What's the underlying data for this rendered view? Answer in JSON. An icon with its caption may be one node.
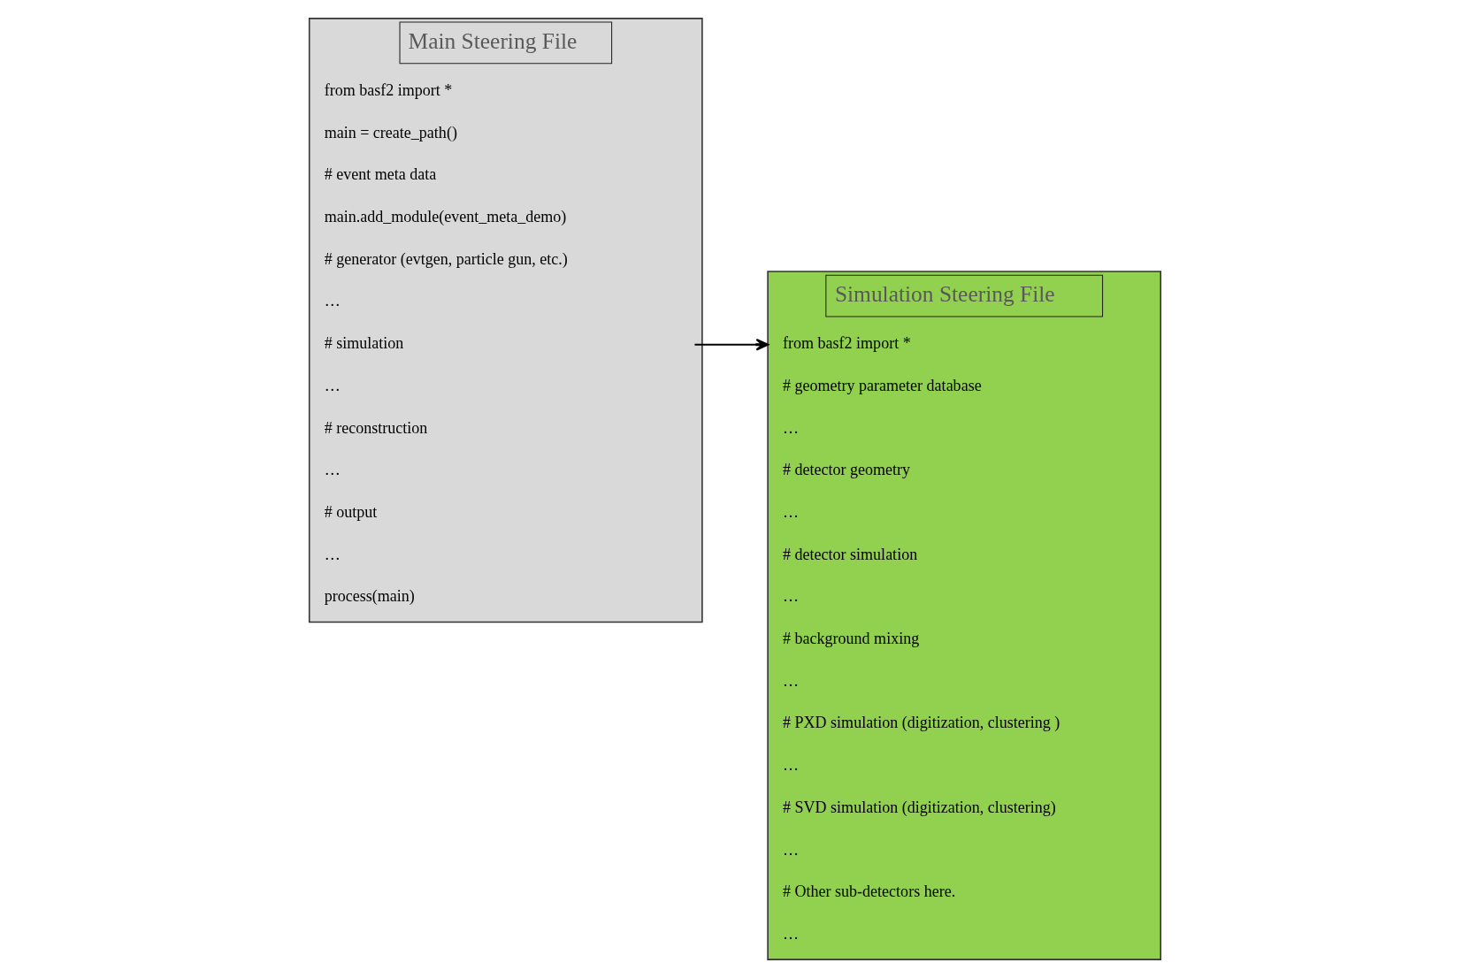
{
  "diagram": {
    "nodes": [
      {
        "text": [
          "Main Steering File"
        ]
      },
      {
        "text": [
          "from basf2 import *"
        ],
        "in": 0
      },
      {
        "text": [
          "main = create_path()"
        ],
        "in": 0
      },
      {
        "text": [
          "# event meta data"
        ],
        "in": 0
      },
      {
        "text": [
          "main.add_module(event_meta_demo)"
        ],
        "in": 0
      },
      {
        "text": [
          "# generator (evtgen, particle gun, etc.)"
        ],
        "in": 0
      },
      {
        "text": [
          "…"
        ],
        "in": 0
      },
      {
        "text": [
          "# simulation"
        ],
        "in": 0
      },
      {
        "text": [
          "…"
        ],
        "in": 0
      },
      {
        "text": [
          "# reconstruction"
        ],
        "in": 0
      },
      {
        "text": [
          "…"
        ],
        "in": 0
      },
      {
        "text": [
          "# output"
        ],
        "in": 0
      },
      {
        "text": [
          "…"
        ],
        "in": 0
      },
      {
        "text": [
          "process(main)"
        ],
        "in": 0
      },
      {
        "text": [
          "Simulation Steering File"
        ]
      },
      {
        "text": [
          "from basf2 import *"
        ],
        "in": 14
      },
      {
        "text": [
          "# geometry parameter database"
        ],
        "in": 14
      },
      {
        "text": [
          "…"
        ],
        "in": 14
      },
      {
        "text": [
          "# detector geometry"
        ],
        "in": 14
      },
      {
        "text": [
          "…"
        ],
        "in": 14
      },
      {
        "text": [
          "# detector simulation"
        ],
        "in": 14
      },
      {
        "text": [
          "…"
        ],
        "in": 14
      },
      {
        "text": [
          "# background mixing"
        ],
        "in": 14
      },
      {
        "text": [
          "…"
        ],
        "in": 14
      },
      {
        "text": [
          "# PXD simulation (digitization, clustering )"
        ],
        "in": 14
      },
      {
        "text": [
          "…"
        ],
        "in": 14
      },
      {
        "text": [
          "# SVD simulation (digitization, clustering)"
        ],
        "in": 14
      },
      {
        "text": [
          "…"
        ],
        "in": 14
      },
      {
        "text": [
          "# Other sub-detectors here."
        ],
        "in": 14
      },
      {
        "text": [
          "…"
        ],
        "in": 14
      }
    ],
    "edges": [
      {
        "from": 7,
        "to": 14,
        "arrow": "to"
      }
    ]
  }
}
